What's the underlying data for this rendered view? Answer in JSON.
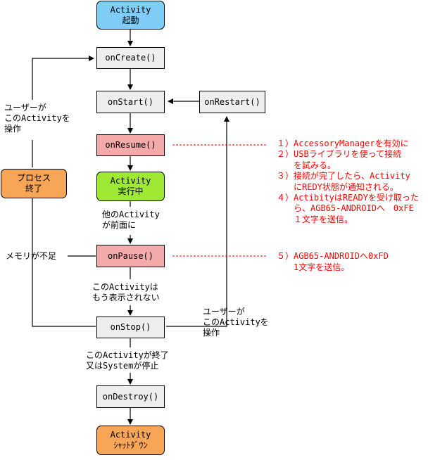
{
  "nodes": {
    "activity_start": {
      "line1": "Activity",
      "line2": "起動"
    },
    "on_create": "onCreate()",
    "on_start": "onStart()",
    "on_restart": "onRestart()",
    "on_resume": "onResume()",
    "activity_running": {
      "line1": "Activity",
      "line2": "実行中"
    },
    "on_pause": "onPause()",
    "on_stop": "onStop()",
    "on_destroy": "onDestroy()",
    "activity_shutdown": {
      "line1": "Activity",
      "line2": "ｼｬｯﾄﾀﾞｳﾝ"
    },
    "process_end": {
      "line1": "プロセス",
      "line2": "終了"
    }
  },
  "labels": {
    "user_op_left": [
      "ユーザーが",
      "このActivityを",
      "操作"
    ],
    "other_activity_front": [
      "他のActivity",
      "が前面に"
    ],
    "memory_shortage": "メモリが不足",
    "no_longer_visible": [
      "このActivityは",
      "もう表示されない"
    ],
    "user_op_right": [
      "ユーザーが",
      "このActivityを",
      "操作"
    ],
    "activity_finished": [
      "このActivityが終了",
      "又はSystemが停止"
    ]
  },
  "notes": {
    "resume": [
      "１）AccessoryManagerを有効に",
      "２）USBライブラリを使って接続",
      "　　を試みる。",
      "３）接続が完了したら、Activity",
      "　　にREDY状態が通知される。",
      "４）ActibityはREADYを受け取った",
      "　　ら、AGB65-ANDROIDへ　0xFE",
      "　　１文字を送信。"
    ],
    "pause": [
      "５）AGB65-ANDROIDへ0xFD",
      "　　1文字を送信。"
    ]
  },
  "colors": {
    "start_box": "#7fcdf7",
    "running_box": "#9fe834",
    "end_box": "#f7a557",
    "highlight_box": "#f4a9ab",
    "note_text": "#ff0000"
  }
}
